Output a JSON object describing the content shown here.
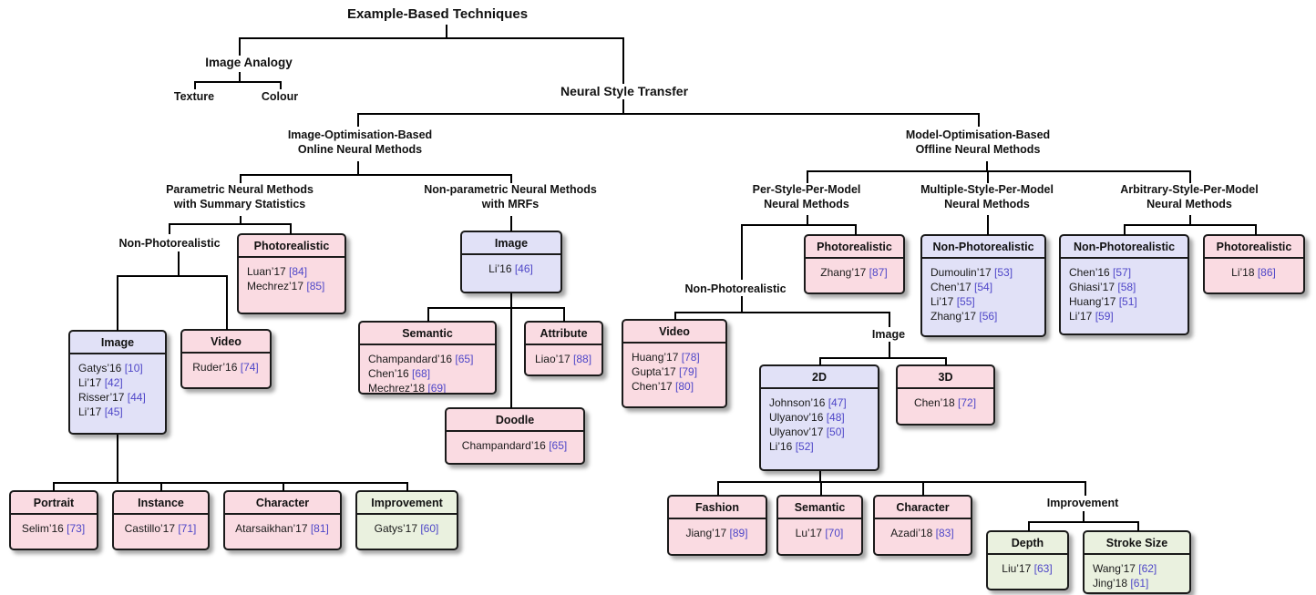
{
  "palette": {
    "category_pink": "#FADBE2",
    "method_blue": "#E1E1F7",
    "improvement_green": "#EAF1DF",
    "ref_blue": "#4E46C8",
    "line_black": "#000000",
    "text_black": "#1A1A1A"
  },
  "labels": {
    "root": "Example-Based Techniques",
    "image_analogy": "Image Analogy",
    "texture": "Texture",
    "colour": "Colour",
    "neural_style_transfer": "Neural Style Transfer",
    "image_opt": [
      "Image-Optimisation-Based",
      "Online Neural Methods"
    ],
    "model_opt": [
      "Model-Optimisation-Based",
      "Offline Neural Methods"
    ],
    "parametric": [
      "Parametric Neural Methods",
      "with Summary Statistics"
    ],
    "non_parametric": [
      "Non-parametric Neural Methods",
      "with MRFs"
    ],
    "per_style": [
      "Per-Style-Per-Model",
      "Neural Methods"
    ],
    "multiple_style": [
      "Multiple-Style-Per-Model",
      "Neural Methods"
    ],
    "arbitrary_style": [
      "Arbitrary-Style-Per-Model",
      "Neural Methods"
    ],
    "non_photo_parametric": "Non-Photorealistic",
    "non_photo_per_style": "Non-Photorealistic",
    "image_per_style": "Image",
    "improvement_right": "Improvement"
  },
  "boxes": [
    {
      "title": "Photorealistic",
      "color": "pink",
      "citations": [
        {
          "name": "Luan’17",
          "ref": "[84]"
        },
        {
          "name": "Mechrez’17",
          "ref": "[85]"
        }
      ]
    },
    {
      "title": "Image",
      "color": "blue",
      "citations": [
        {
          "name": "Gatys’16",
          "ref": "[10]"
        },
        {
          "name": "Li’17",
          "ref": "[42]"
        },
        {
          "name": "Risser’17",
          "ref": "[44]"
        },
        {
          "name": "Li’17",
          "ref": "[45]"
        }
      ]
    },
    {
      "title": "Video",
      "color": "pink",
      "citations": [
        {
          "name": "Ruder’16",
          "ref": "[74]"
        }
      ]
    },
    {
      "title": "Portrait",
      "color": "pink",
      "citations": [
        {
          "name": "Selim’16",
          "ref": "[73]"
        }
      ]
    },
    {
      "title": "Instance",
      "color": "pink",
      "citations": [
        {
          "name": "Castillo’17",
          "ref": "[71]"
        }
      ]
    },
    {
      "title": "Character",
      "color": "pink",
      "citations": [
        {
          "name": "Atarsaikhan’17",
          "ref": "[81]"
        }
      ]
    },
    {
      "title": "Improvement",
      "color": "green",
      "citations": [
        {
          "name": "Gatys’17",
          "ref": "[60]"
        }
      ]
    },
    {
      "title": "Image",
      "color": "blue",
      "citations": [
        {
          "name": "Li’16",
          "ref": "[46]"
        }
      ]
    },
    {
      "title": "Semantic",
      "color": "pink",
      "citations": [
        {
          "name": "Champandard’16",
          "ref": "[65]"
        },
        {
          "name": "Chen’16",
          "ref": "[68]"
        },
        {
          "name": "Mechrez’18",
          "ref": "[69]"
        }
      ]
    },
    {
      "title": "Attribute",
      "color": "pink",
      "citations": [
        {
          "name": "Liao’17",
          "ref": "[88]"
        }
      ]
    },
    {
      "title": "Doodle",
      "color": "pink",
      "citations": [
        {
          "name": "Champandard’16",
          "ref": "[65]"
        }
      ]
    },
    {
      "title": "Photorealistic",
      "color": "pink",
      "citations": [
        {
          "name": "Zhang’17",
          "ref": "[87]"
        }
      ]
    },
    {
      "title": "Video",
      "color": "pink",
      "citations": [
        {
          "name": "Huang’17",
          "ref": "[78]"
        },
        {
          "name": "Gupta’17",
          "ref": "[79]"
        },
        {
          "name": "Chen’17",
          "ref": "[80]"
        }
      ]
    },
    {
      "title": "2D",
      "color": "blue",
      "citations": [
        {
          "name": "Johnson’16",
          "ref": "[47]"
        },
        {
          "name": "Ulyanov’16",
          "ref": "[48]"
        },
        {
          "name": "Ulyanov’17",
          "ref": "[50]"
        },
        {
          "name": "Li’16",
          "ref": "[52]"
        }
      ]
    },
    {
      "title": "3D",
      "color": "pink",
      "citations": [
        {
          "name": "Chen’18",
          "ref": "[72]"
        }
      ]
    },
    {
      "title": "Fashion",
      "color": "pink",
      "citations": [
        {
          "name": "Jiang’17",
          "ref": "[89]"
        }
      ]
    },
    {
      "title": "Semantic",
      "color": "pink",
      "citations": [
        {
          "name": "Lu’17",
          "ref": "[70]"
        }
      ]
    },
    {
      "title": "Character",
      "color": "pink",
      "citations": [
        {
          "name": "Azadi’18",
          "ref": "[83]"
        }
      ]
    },
    {
      "title": "Depth",
      "color": "green",
      "citations": [
        {
          "name": "Liu’17",
          "ref": "[63]"
        }
      ]
    },
    {
      "title": "Stroke Size",
      "color": "green",
      "citations": [
        {
          "name": "Wang’17",
          "ref": "[62]"
        },
        {
          "name": "Jing’18",
          "ref": "[61]"
        }
      ]
    },
    {
      "title": "Non-Photorealistic",
      "color": "blue",
      "citations": [
        {
          "name": "Dumoulin’17",
          "ref": "[53]"
        },
        {
          "name": "Chen’17",
          "ref": "[54]"
        },
        {
          "name": "Li’17",
          "ref": "[55]"
        },
        {
          "name": "Zhang’17",
          "ref": "[56]"
        }
      ]
    },
    {
      "title": "Non-Photorealistic",
      "color": "blue",
      "citations": [
        {
          "name": "Chen’16",
          "ref": "[57]"
        },
        {
          "name": "Ghiasi’17",
          "ref": "[58]"
        },
        {
          "name": "Huang’17",
          "ref": "[51]"
        },
        {
          "name": "Li’17",
          "ref": "[59]"
        }
      ]
    },
    {
      "title": "Photorealistic",
      "color": "pink",
      "citations": [
        {
          "name": "Li’18",
          "ref": "[86]"
        }
      ]
    }
  ]
}
